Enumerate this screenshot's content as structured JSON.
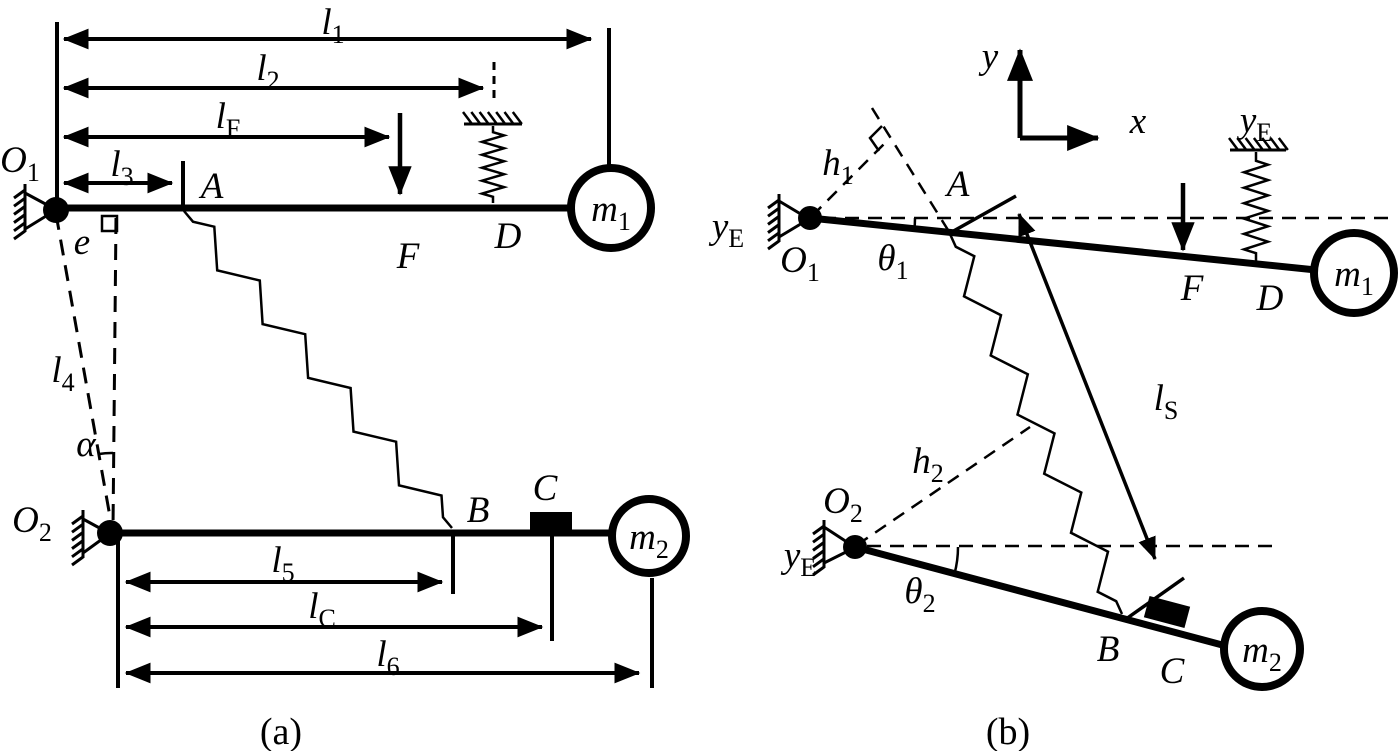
{
  "figure_a": {
    "caption": "(a)",
    "labels": {
      "l1": {
        "main": "l",
        "sub": "1"
      },
      "l2": {
        "main": "l",
        "sub": "2"
      },
      "lF": {
        "main": "l",
        "sub": "F"
      },
      "l3": {
        "main": "l",
        "sub": "3"
      },
      "l4": {
        "main": "l",
        "sub": "4"
      },
      "l5": {
        "main": "l",
        "sub": "5"
      },
      "lC": {
        "main": "l",
        "sub": "C"
      },
      "l6": {
        "main": "l",
        "sub": "6"
      },
      "O1": {
        "main": "O",
        "sub": "1"
      },
      "O2": {
        "main": "O",
        "sub": "2"
      },
      "m1": {
        "main": "m",
        "sub": "1"
      },
      "m2": {
        "main": "m",
        "sub": "2"
      },
      "e": "e",
      "alpha": "α",
      "A": "A",
      "B": "B",
      "C": "C",
      "D": "D",
      "F": "F"
    }
  },
  "figure_b": {
    "caption": "(b)",
    "labels": {
      "x": "x",
      "y": "y",
      "yE_top": {
        "main": "y",
        "sub": "E"
      },
      "yE_O1": {
        "main": "y",
        "sub": "E"
      },
      "yE_O2": {
        "main": "y",
        "sub": "E"
      },
      "h1": {
        "main": "h",
        "sub": "1"
      },
      "h2": {
        "main": "h",
        "sub": "2"
      },
      "theta1": {
        "main": "θ",
        "sub": "1"
      },
      "theta2": {
        "main": "θ",
        "sub": "2"
      },
      "lS": {
        "main": "l",
        "sub": "S"
      },
      "O1": {
        "main": "O",
        "sub": "1"
      },
      "O2": {
        "main": "O",
        "sub": "2"
      },
      "m1": {
        "main": "m",
        "sub": "1"
      },
      "m2": {
        "main": "m",
        "sub": "2"
      },
      "A": "A",
      "B": "B",
      "C": "C",
      "D": "D",
      "F": "F"
    }
  }
}
